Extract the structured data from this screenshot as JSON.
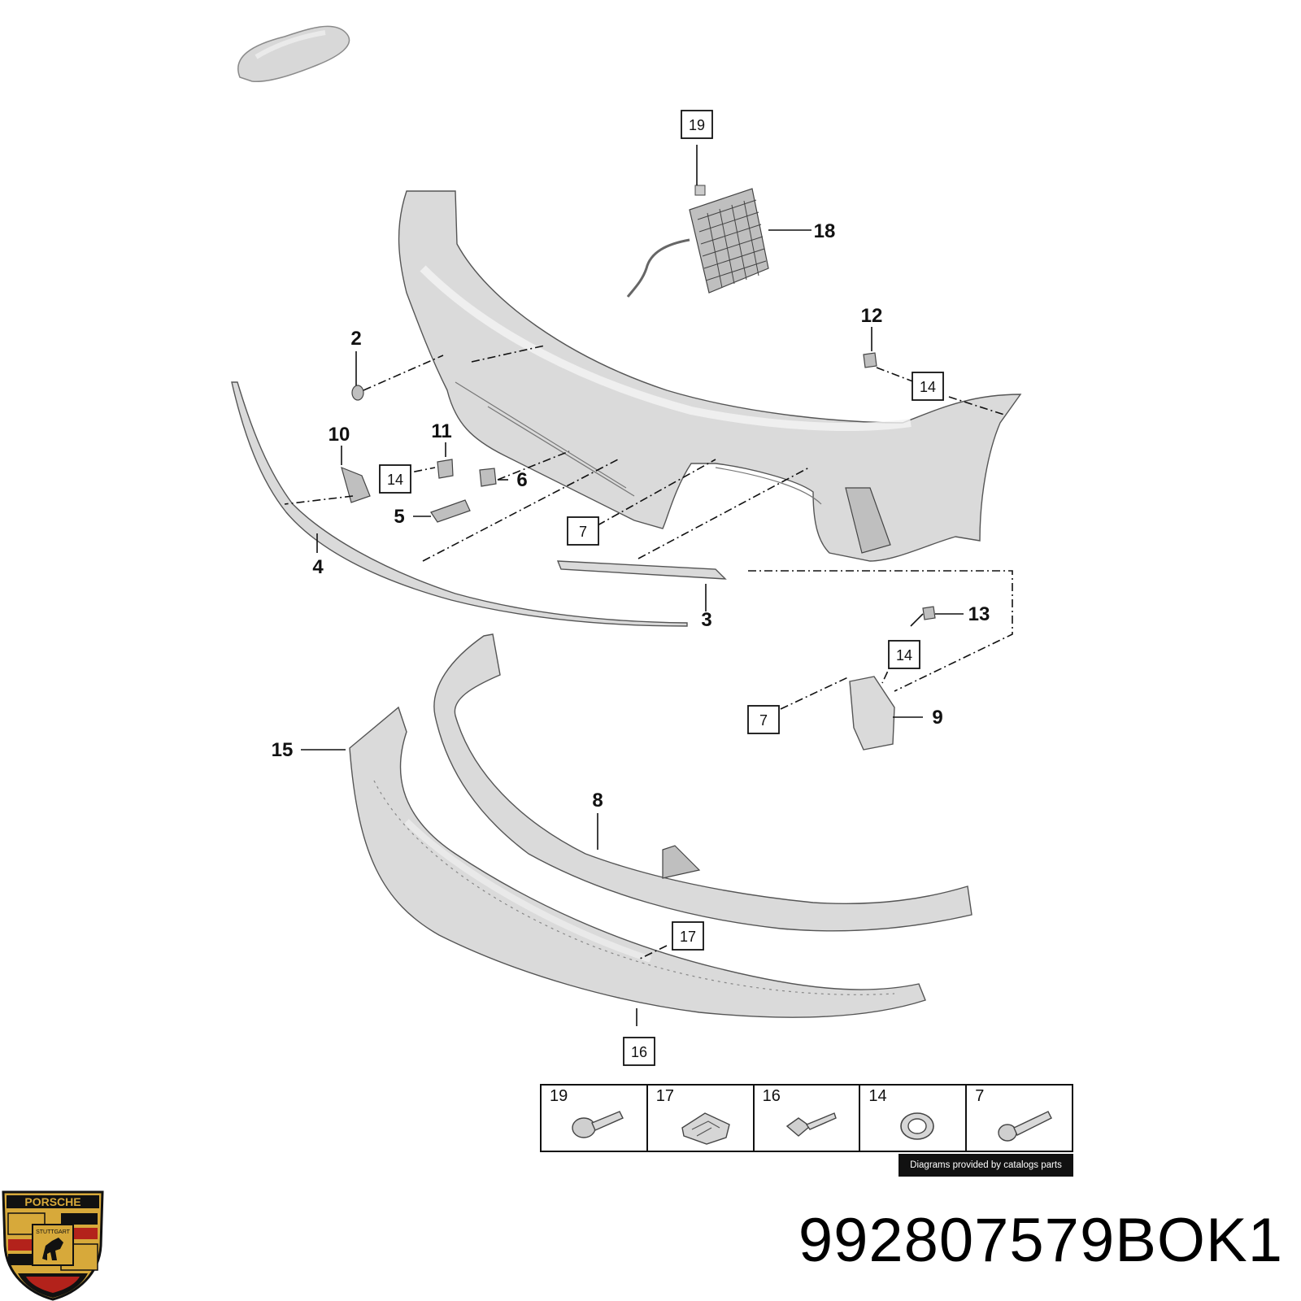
{
  "callouts": {
    "c1": "2",
    "c2": "10",
    "c3": "11",
    "c4": "6",
    "c5": "5",
    "c6": "4",
    "c7": "3",
    "c8": "12",
    "c9": "13",
    "c10": "9",
    "c11": "18",
    "c12": "15",
    "c13": "8"
  },
  "boxed_refs": {
    "b1": "19",
    "b2": "14",
    "b3": "14",
    "b4": "7",
    "b5": "14",
    "b6": "7",
    "b7": "17",
    "b8": "16"
  },
  "legend": [
    {
      "number": "19",
      "icon": "bolt-icon"
    },
    {
      "number": "17",
      "icon": "clip-icon"
    },
    {
      "number": "16",
      "icon": "screw-icon"
    },
    {
      "number": "14",
      "icon": "ring-nut-icon"
    },
    {
      "number": "7",
      "icon": "bolt-long-icon"
    }
  ],
  "credit_text": "Diagrams provided by catalogs parts",
  "part_number": "992807579BOK1",
  "brand": {
    "logo_text": "PORSCHE",
    "crest_text": "STUTTGART",
    "colors": {
      "gold": "#d7a93a",
      "red": "#b3221b",
      "black": "#111111"
    }
  }
}
